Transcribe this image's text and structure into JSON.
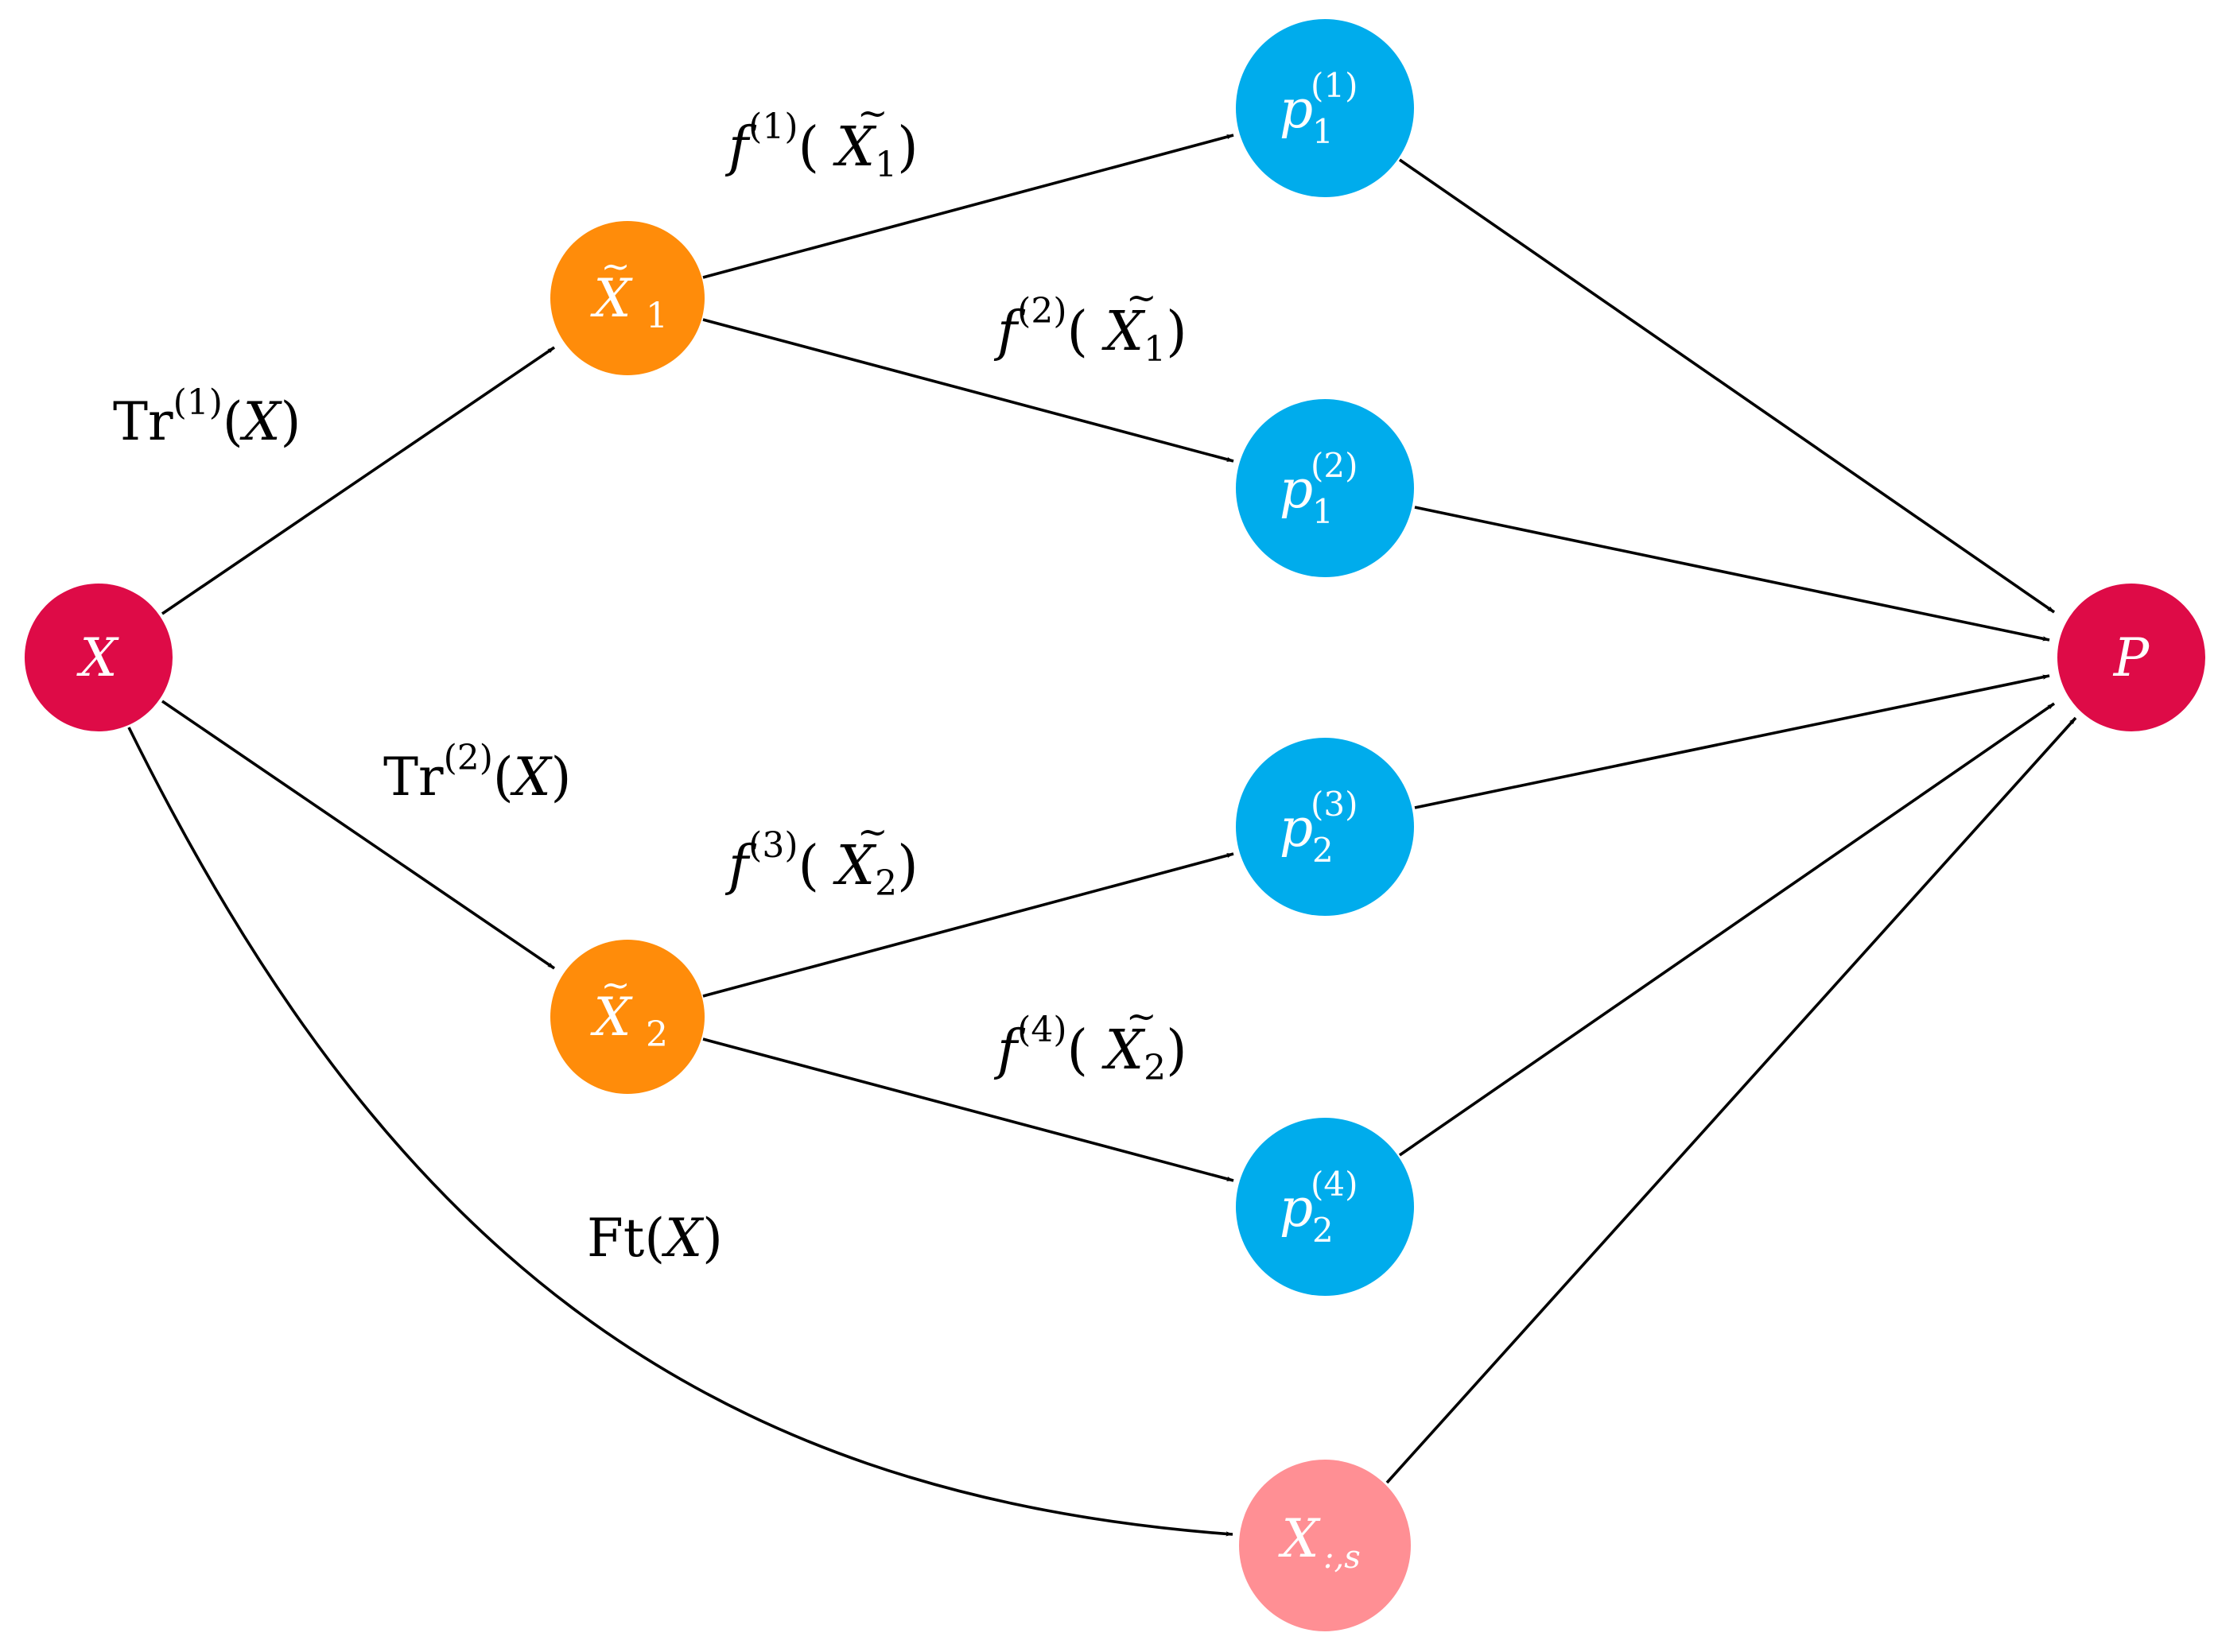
{
  "colors": {
    "input_node": "#de0b47",
    "transform_node": "#ff8c0a",
    "prediction_node": "#00acec",
    "feature_node": "#ff8f94",
    "output_node": "#de0b47",
    "edge": "#000000",
    "node_text": "#ffffff"
  },
  "nodes": {
    "X": {
      "base": "X",
      "sub": "",
      "sup": "",
      "tilde": false
    },
    "X1": {
      "base": "X",
      "sub": "1",
      "sup": "",
      "tilde": true
    },
    "X2": {
      "base": "X",
      "sub": "2",
      "sup": "",
      "tilde": true
    },
    "p11": {
      "base": "p",
      "sub": "1",
      "sup": "(1)",
      "tilde": false
    },
    "p12": {
      "base": "p",
      "sub": "1",
      "sup": "(2)",
      "tilde": false
    },
    "p23": {
      "base": "p",
      "sub": "2",
      "sup": "(3)",
      "tilde": false
    },
    "p24": {
      "base": "p",
      "sub": "2",
      "sup": "(4)",
      "tilde": false
    },
    "Xs": {
      "base": "X",
      "sub": ":,s",
      "sup": "",
      "tilde": false
    },
    "P": {
      "base": "P",
      "sub": "",
      "sup": "",
      "tilde": false
    }
  },
  "edge_labels": {
    "tr1": {
      "fn": "Tr",
      "sup": "(1)",
      "open": "(",
      "arg": "X",
      "arg_sub": "",
      "close": ")"
    },
    "tr2": {
      "fn": "Tr",
      "sup": "(2)",
      "open": "(",
      "arg": "X",
      "arg_sub": "",
      "close": ")"
    },
    "ft": {
      "fn": "Ft",
      "sup": "",
      "open": "(",
      "arg": "X",
      "arg_sub": "",
      "close": ")"
    },
    "f1": {
      "fn": "f",
      "sup": "(1)",
      "open": "(",
      "arg": "X",
      "arg_sub": "1",
      "close": ")"
    },
    "f2": {
      "fn": "f",
      "sup": "(2)",
      "open": "(",
      "arg": "X",
      "arg_sub": "1",
      "close": ")"
    },
    "f3": {
      "fn": "f",
      "sup": "(3)",
      "open": "(",
      "arg": "X",
      "arg_sub": "2",
      "close": ")"
    },
    "f4": {
      "fn": "f",
      "sup": "(4)",
      "open": "(",
      "arg": "X",
      "arg_sub": "2",
      "close": ")"
    }
  }
}
